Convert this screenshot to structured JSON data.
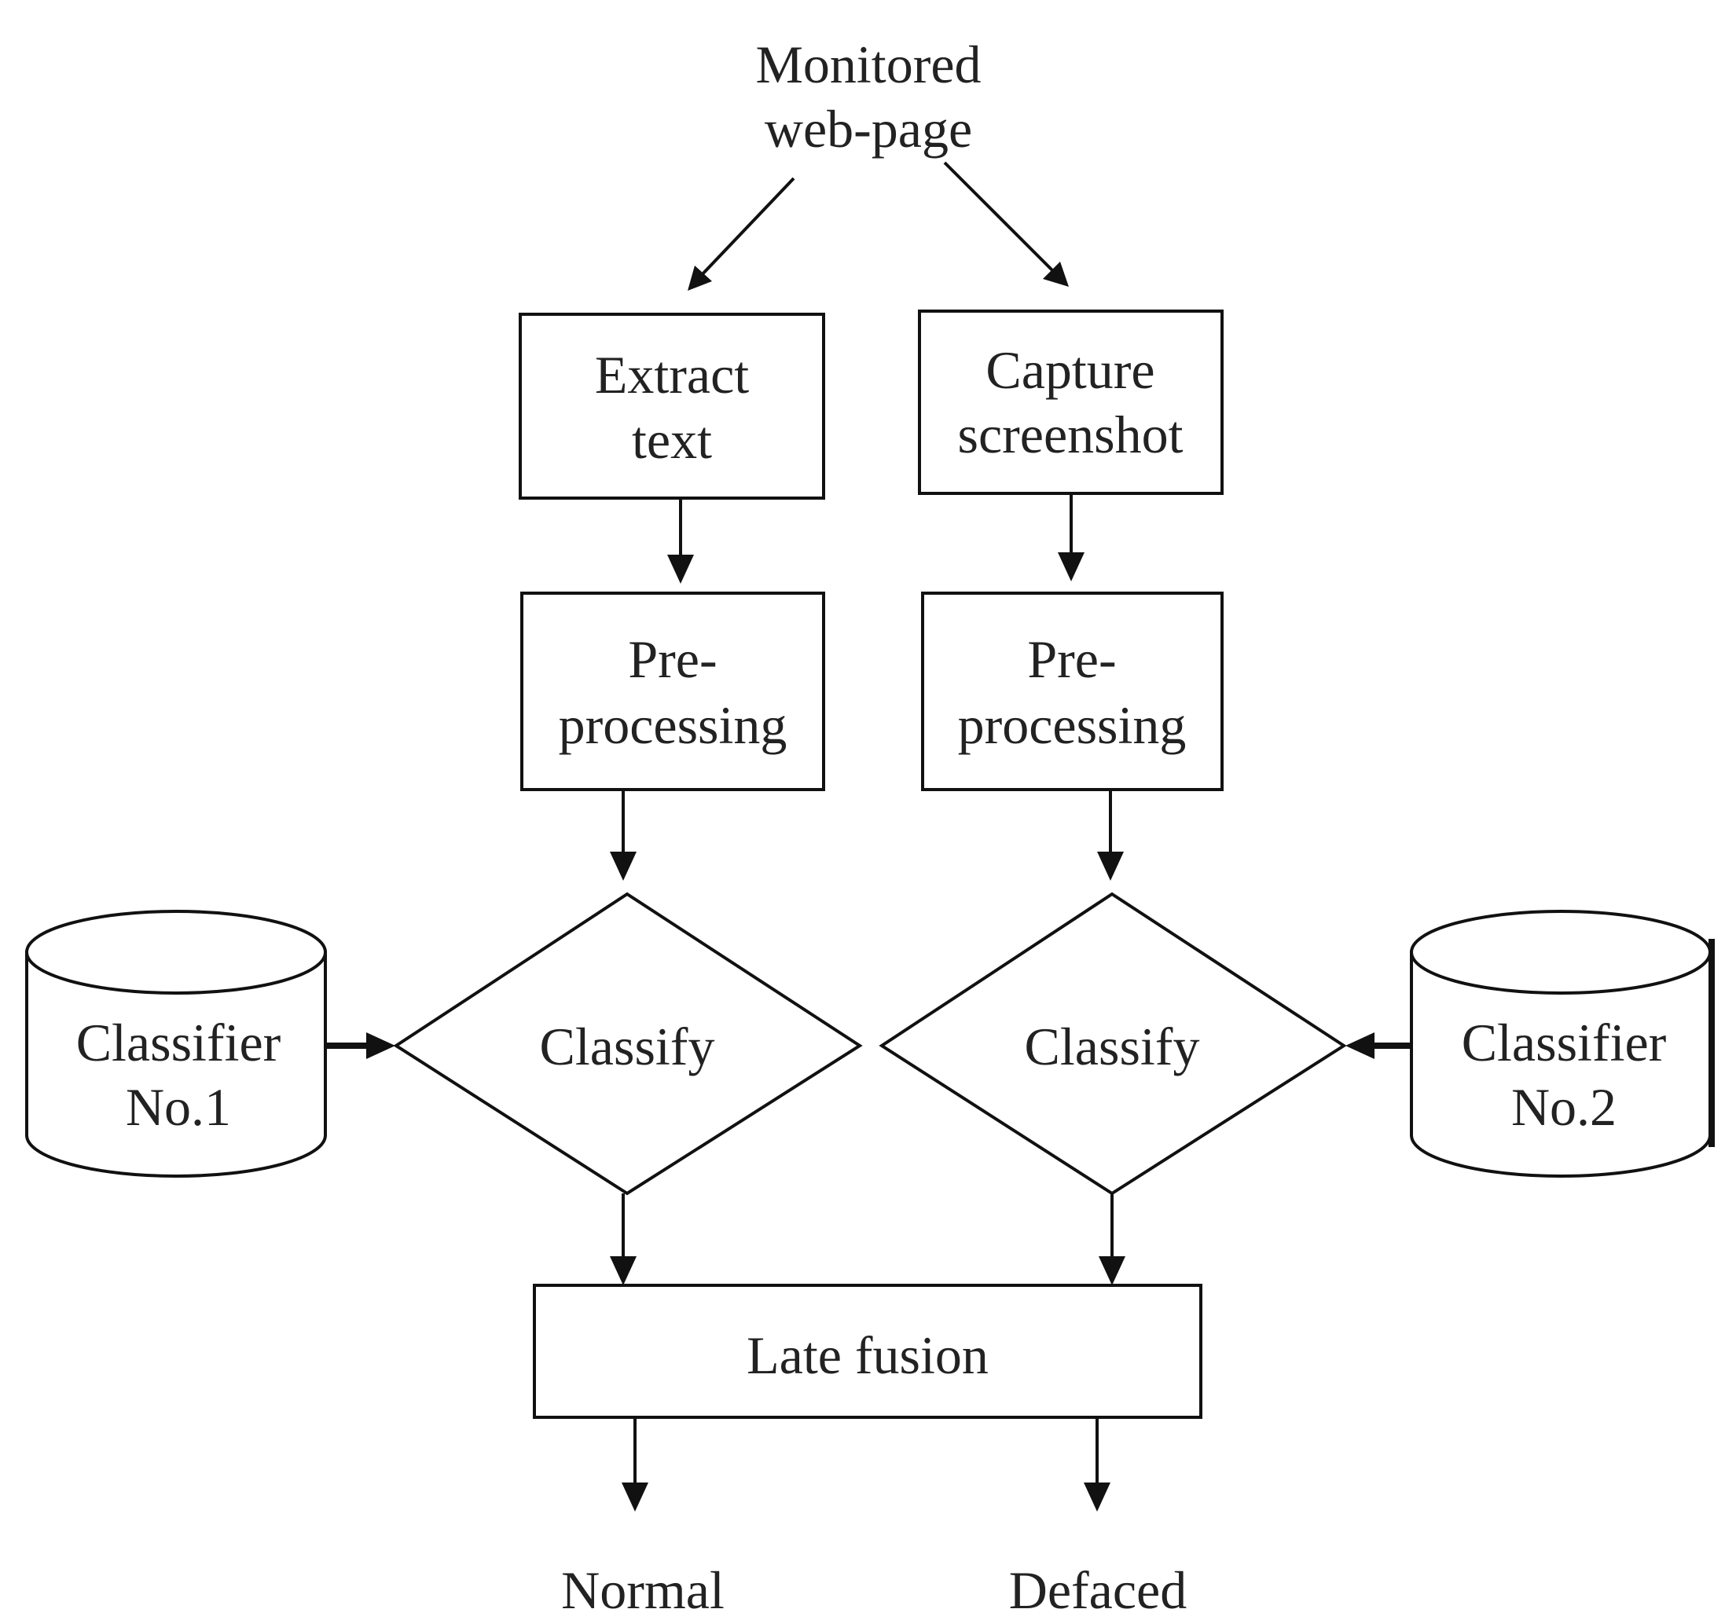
{
  "source": {
    "line1": "Monitored",
    "line2": "web-page"
  },
  "text_branch": {
    "extract": {
      "line1": "Extract",
      "line2": "text"
    },
    "preprocess": {
      "line1": "Pre-",
      "line2": "processing"
    },
    "classify": "Classify",
    "classifier": {
      "line1": "Classifier",
      "line2": "No.1"
    }
  },
  "image_branch": {
    "capture": {
      "line1": "Capture",
      "line2": "screenshot"
    },
    "preprocess": {
      "line1": "Pre-",
      "line2": "processing"
    },
    "classify": "Classify",
    "classifier": {
      "line1": "Classifier",
      "line2": "No.2"
    }
  },
  "fusion": "Late fusion",
  "outputs": {
    "normal": "Normal",
    "defaced": "Defaced"
  }
}
